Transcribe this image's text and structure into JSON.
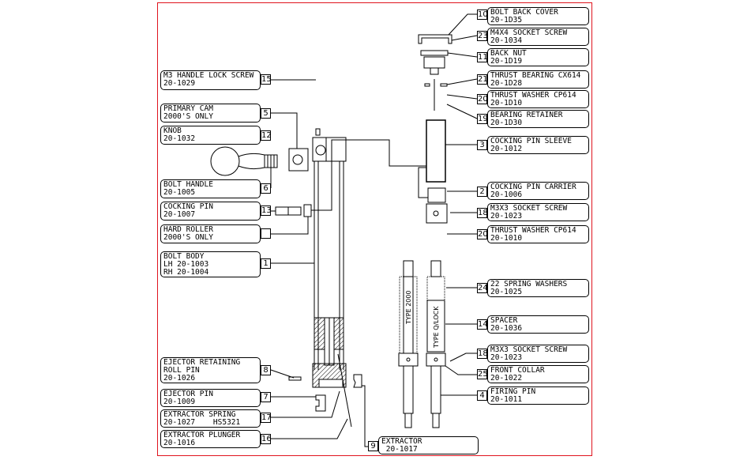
{
  "diagram": {
    "title": "Bolt assembly exploded parts diagram",
    "frame_color": "#e0141e",
    "parts_left": [
      {
        "num": "15",
        "lines": [
          "M3 HANDLE LOCK SCREW",
          "20-1029"
        ]
      },
      {
        "num": "5",
        "lines": [
          "PRIMARY CAM",
          "2000'S ONLY"
        ]
      },
      {
        "num": "12",
        "lines": [
          "KNOB",
          "20-1032"
        ]
      },
      {
        "num": "6",
        "lines": [
          "BOLT HANDLE",
          "20-1005"
        ]
      },
      {
        "num": "13",
        "lines": [
          "COCKING PIN",
          "20-1007"
        ]
      },
      {
        "num": "",
        "lines": [
          "HARD ROLLER",
          "2000'S ONLY"
        ]
      },
      {
        "num": "1",
        "lines": [
          "BOLT BODY",
          "LH 20-1003",
          "RH 20-1004"
        ]
      },
      {
        "num": "8",
        "lines": [
          "EJECTOR RETAINING",
          "ROLL PIN",
          "20-1026"
        ]
      },
      {
        "num": "7",
        "lines": [
          "EJECTOR PIN",
          "20-1009"
        ]
      },
      {
        "num": "17",
        "lines": [
          "EXTRACTOR SPRING",
          "20-1027    HS5321"
        ]
      },
      {
        "num": "16",
        "lines": [
          "EXTRACTOR PLUNGER",
          "20-1016"
        ]
      }
    ],
    "parts_bottom": [
      {
        "num": "9",
        "lines": [
          "EXTRACTOR",
          " 20-1017"
        ]
      }
    ],
    "parts_right": [
      {
        "num": "10",
        "lines": [
          "BOLT BACK COVER",
          "20-1D35"
        ]
      },
      {
        "num": "23",
        "lines": [
          "M4X4 SOCKET SCREW",
          "20-1034"
        ]
      },
      {
        "num": "11",
        "lines": [
          "BACK NUT",
          "20-1D19"
        ]
      },
      {
        "num": "21",
        "lines": [
          "THRUST BEARING CX614",
          "20-1D28"
        ]
      },
      {
        "num": "20",
        "lines": [
          "THRUST WASHER CP614",
          "20-1D10"
        ]
      },
      {
        "num": "19",
        "lines": [
          "BEARING RETAINER",
          "20-1D30"
        ]
      },
      {
        "num": "3",
        "lines": [
          "COCKING PIN SLEEVE",
          "20-1012"
        ]
      },
      {
        "num": "2",
        "lines": [
          "COCKING PIN CARRIER",
          "20-1006"
        ]
      },
      {
        "num": "18",
        "lines": [
          "M3X3 SOCKET SCREW",
          "20-1023"
        ]
      },
      {
        "num": "20",
        "lines": [
          "THRUST WASHER CP614",
          "20-1010"
        ]
      },
      {
        "num": "24",
        "lines": [
          "22 SPRING WASHERS",
          "20-1025"
        ]
      },
      {
        "num": "14",
        "lines": [
          "SPACER",
          "20-1036"
        ]
      },
      {
        "num": "18",
        "lines": [
          "M3X3 SOCKET SCREW",
          "20-1023"
        ]
      },
      {
        "num": "25",
        "lines": [
          "FRONT COLLAR",
          "20-1022"
        ]
      },
      {
        "num": "4",
        "lines": [
          "FIRING PIN",
          "20-1011"
        ]
      }
    ],
    "pin_labels": {
      "left": "TYPE 2000",
      "right": "TYPE Q/LOCK"
    }
  }
}
